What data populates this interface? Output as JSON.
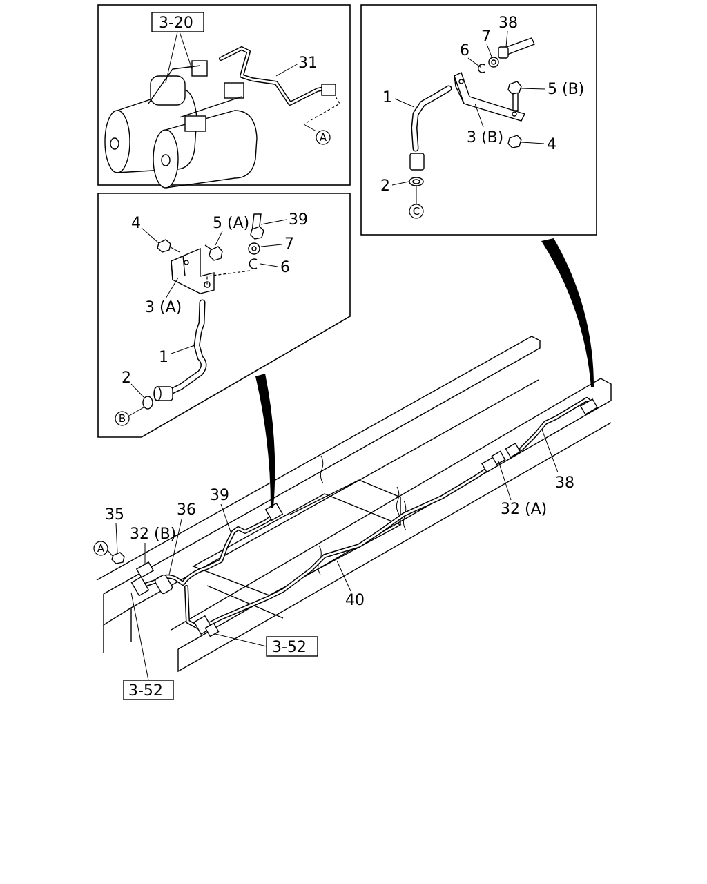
{
  "callouts": {
    "box1": {
      "ref": "3-20",
      "l31": "31",
      "circle_a": "A"
    },
    "box2": {
      "l4": "4",
      "l5a": "5 (A)",
      "l39": "39",
      "l7": "7",
      "l6": "6",
      "l3a": "3 (A)",
      "l1": "1",
      "l2": "2",
      "circle_b": "B"
    },
    "box3": {
      "l38": "38",
      "l7": "7",
      "l6": "6",
      "l5b": "5 (B)",
      "l1": "1",
      "l3b": "3 (B)",
      "l4": "4",
      "l2": "2",
      "circle_c": "C"
    },
    "main": {
      "l35": "35",
      "circle_a": "A",
      "l32b": "32 (B)",
      "l36": "36",
      "l39": "39",
      "l38": "38",
      "l32a": "32 (A)",
      "l40": "40",
      "ref_right": "3-52",
      "ref_left": "3-52"
    }
  }
}
